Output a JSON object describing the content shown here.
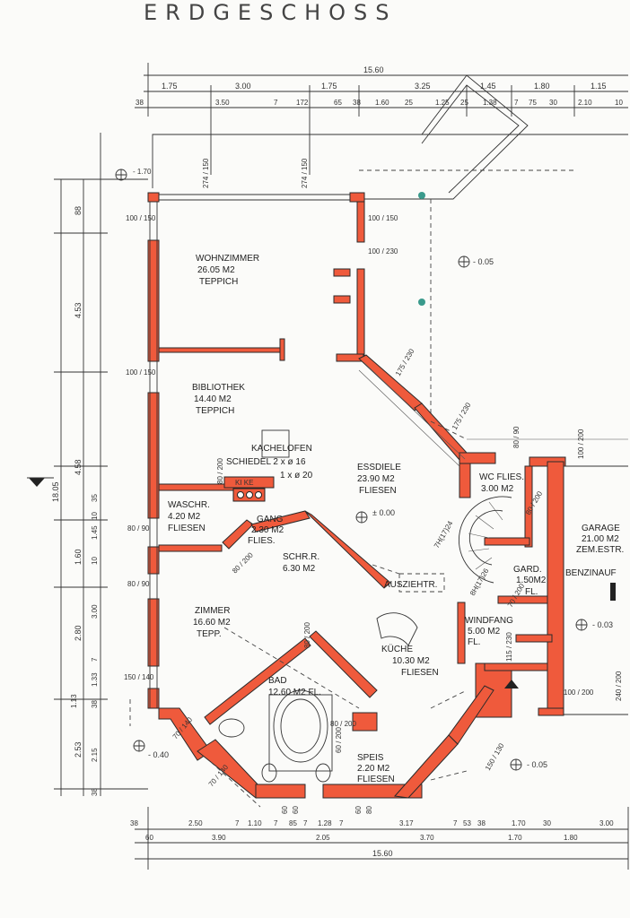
{
  "title": "ERDGESCHOSS",
  "rooms": {
    "wohnzimmer": {
      "name": "WOHNZIMMER",
      "area": "26.05 M2",
      "floor": "TEPPICH"
    },
    "bibliothek": {
      "name": "BIBLIOTHEK",
      "area": "14.40 M2",
      "floor": "TEPPICH"
    },
    "essdiele": {
      "name": "ESSDIELE",
      "area": "23.90 M2",
      "floor": "FLIESEN"
    },
    "waschr": {
      "name": "WASCHR.",
      "area": "4.20 M2",
      "floor": "FLIESEN"
    },
    "gang": {
      "name": "GANG",
      "area": "2.30 M2",
      "floor": "FLIES."
    },
    "schrr": {
      "name": "SCHR.R.",
      "area": "6.30 M2"
    },
    "zimmer": {
      "name": "ZIMMER",
      "area": "16.60 M2",
      "floor": "TEPP."
    },
    "bad": {
      "name": "BAD",
      "area": "12.60 M2  FL."
    },
    "kueche": {
      "name": "KÜCHE",
      "area": "10.30 M2",
      "floor": "FLIESEN"
    },
    "speis": {
      "name": "SPEIS",
      "area": "2.20 M2",
      "floor": "FLIESEN"
    },
    "wc": {
      "name": "WC  FLIES.",
      "area": "3.00 M2"
    },
    "gard": {
      "name": "GARD.",
      "area": "1.50M2",
      "floor": "FL."
    },
    "windfang": {
      "name": "WINDFANG",
      "area": "5.00 M2",
      "floor": "FL."
    },
    "garage": {
      "name": "GARAGE",
      "area": "21.00 M2",
      "floor": "ZEM.ESTR."
    },
    "benzin": {
      "name": "BENZINAUF"
    }
  },
  "labels": {
    "kachelofen": "KACHELOFEN",
    "schiedel": "SCHIEDEL  2 x ø 16",
    "schiedel2": "1 x ø 20",
    "kike": "KI KE",
    "auszieht": "AUSZIEHTR."
  },
  "levels": {
    "terrace": "- 0.05",
    "main": "± 0.00",
    "garage": "- 0.03",
    "bottom": "- 0.05",
    "sw": "- 0.40",
    "nw": "- 1.70"
  },
  "dims_top": {
    "overall": "15.60",
    "row1": [
      "1.75",
      "3.00",
      "1.75",
      "3.25",
      "1.45",
      "1.80",
      "1.15"
    ],
    "row2": [
      "38",
      "3.50",
      "7",
      "172",
      "65",
      "38",
      "1.60",
      "25",
      "1.25",
      "25",
      "1.38",
      "7",
      "75",
      "30",
      "2.10",
      "10"
    ]
  },
  "dims_bottom": {
    "overall": "15.60",
    "row1": [
      "38",
      "2.50",
      "7",
      "1.10",
      "7",
      "85",
      "7",
      "1.28",
      "7",
      "3.17",
      "7",
      "53",
      "38",
      "1.70",
      "30",
      "3.00"
    ],
    "row2": [
      "60",
      "3.90",
      "2.05",
      "3.70",
      "1.70",
      "1.80"
    ],
    "vert": [
      "60",
      "60",
      "60",
      "80"
    ]
  },
  "dims_left": {
    "overall": "18.05",
    "outer": [
      "88",
      "4.53",
      "4.58",
      "1.60",
      "2.80",
      "2.53"
    ],
    "inner": [
      "35",
      "10",
      "1.45",
      "10",
      "3.00",
      "7",
      "1.33",
      "1.13",
      "38",
      "2.15",
      "38"
    ]
  },
  "openings": [
    "100 / 150",
    "100 / 150",
    "100 / 230",
    "100 / 150",
    "80 / 90",
    "80 / 90",
    "150 / 140",
    "274 / 150",
    "274 / 150",
    "175 / 230",
    "175 / 230",
    "80 / 90",
    "100 / 200",
    "80 / 200",
    "240 / 200",
    "70 / 140",
    "70 / 140",
    "80 / 200",
    "80 / 200",
    "70 / 200",
    "115 / 230",
    "150 / 130",
    "60 / 200",
    "80 / 200",
    "80 / 200",
    "100 / 200"
  ],
  "stairs": "7H(17)24",
  "stairs2": "8H(17)26",
  "colors": {
    "wall": "#ef5a3c",
    "line": "#333333",
    "bg": "#fbfbf9",
    "dot": "#3a9a8c"
  }
}
